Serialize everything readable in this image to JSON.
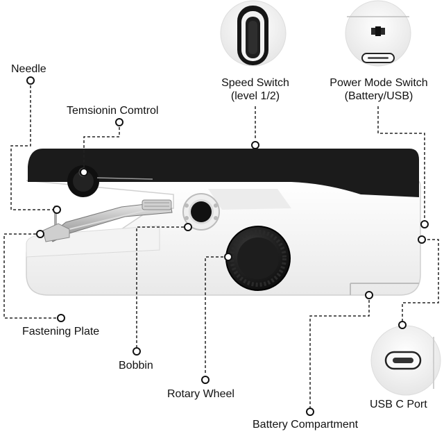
{
  "labels": {
    "needle": "Needle",
    "tension_control": "Temsionin Comtrol",
    "speed_switch_line1": "Speed Switch",
    "speed_switch_line2": "(level 1/2)",
    "power_mode_line1": "Power Mode Switch",
    "power_mode_line2": "(Battery/USB)",
    "fastening_plate": "Fastening Plate",
    "bobbin": "Bobbin",
    "rotary_wheel": "Rotary Wheel",
    "battery_compartment": "Battery Compartment",
    "usb_c_port": "USB C Port"
  },
  "colors": {
    "body_black": "#1b1b1b",
    "body_white": "#f6f6f6",
    "metal": "#c8c8c8",
    "leader_line": "#222222"
  },
  "icons": [
    "speed-switch-inset",
    "power-mode-switch-inset",
    "usb-c-port-inset"
  ]
}
